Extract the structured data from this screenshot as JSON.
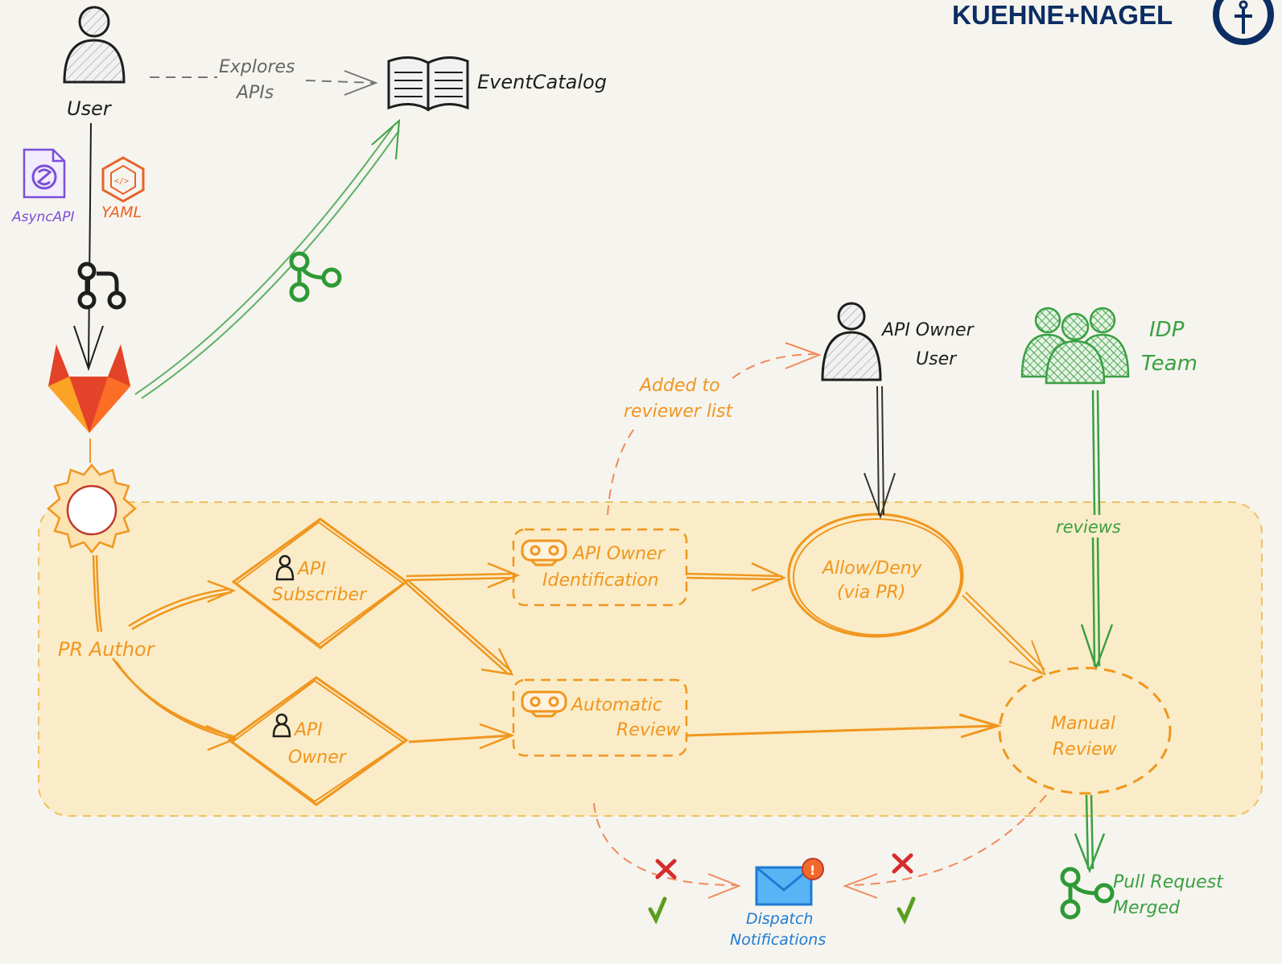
{
  "brand": {
    "name": "KUEHNE+NAGEL",
    "color": "#0c2d63"
  },
  "actors": {
    "user": "User",
    "api_owner_line1": "API Owner",
    "api_owner_line2": "User",
    "idp_line1": "IDP",
    "idp_line2": "Team"
  },
  "top": {
    "explores_line1": "Explores",
    "explores_line2": "APIs",
    "eventcatalog": "EventCatalog",
    "asyncapi": "AsyncAPI",
    "yaml": "YAML"
  },
  "flow": {
    "pr_author": "PR Author",
    "api_subscriber_line1": "API",
    "api_subscriber_line2": "Subscriber",
    "api_owner_line1": "API",
    "api_owner_line2": "Owner",
    "owner_id_line1": "API Owner",
    "owner_id_line2": "Identification",
    "auto_review_line1": "Automatic",
    "auto_review_line2": "Review",
    "allow_line1": "Allow/Deny",
    "allow_line2": "(via PR)",
    "manual_line1": "Manual",
    "manual_line2": "Review",
    "added_line1": "Added to",
    "added_line2": "reviewer list",
    "reviews": "reviews"
  },
  "bottom": {
    "dispatch_line1": "Dispatch",
    "dispatch_line2": "Notifications",
    "merged_line1": "Pull Request",
    "merged_line2": "Merged"
  },
  "colors": {
    "orange": "#f0961e",
    "green": "#3aa043",
    "purple": "#7a4fd8",
    "blue": "#1e7bd2",
    "red": "#e03a28",
    "panel": "#faecc8"
  }
}
